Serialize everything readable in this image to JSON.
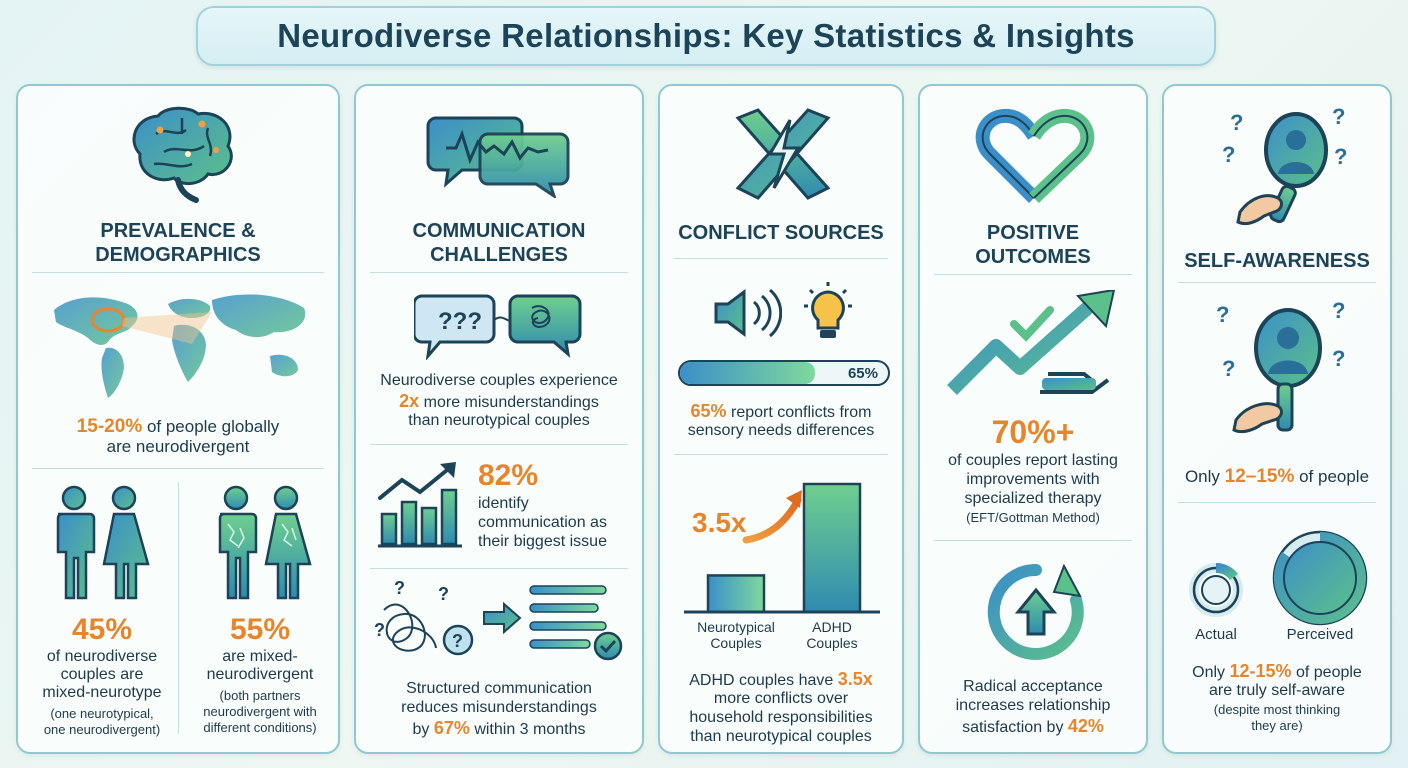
{
  "title": "Neurodiverse Relationships: Key Statistics & Insights",
  "colors": {
    "orange": "#e8852a",
    "navy": "#1c4358",
    "teal": "#2d8a9a",
    "green": "#5cb37e"
  },
  "panels": {
    "prevalence": {
      "title_line1": "PREVALENCE &",
      "title_line2": "DEMOGRAPHICS",
      "stat_value": "15-20%",
      "stat_text": "of people globally",
      "stat_text2": "are neurodivergent",
      "left_value": "45%",
      "left_lines": [
        "of neurodiverse",
        "couples are",
        "mixed-neurotype"
      ],
      "left_note": [
        "(one neurotypical,",
        "one neurodivergent)"
      ],
      "right_value": "55%",
      "right_lines": [
        "are mixed-",
        "neurodivergent"
      ],
      "right_note": [
        "(both partners",
        "neurodivergent with",
        "different conditions)"
      ]
    },
    "communication": {
      "title_line1": "COMMUNICATION",
      "title_line2": "CHALLENGES",
      "bubble_text": "???",
      "s1_line1": "Neurodiverse couples experience",
      "s1_value": "2x",
      "s1_line2_rest": " more misunderstandings",
      "s1_line3": "than neurotypical couples",
      "s2_value": "82%",
      "s2_lines": [
        "identify",
        "communication as",
        "their biggest issue"
      ],
      "s3_line1": "Structured communication",
      "s3_line2": "reduces misunderstandings",
      "s3_prefix": "by ",
      "s3_value": "67%",
      "s3_suffix": " within 3 months"
    },
    "conflict": {
      "title": "CONFLICT SOURCES",
      "progress_label": "65%",
      "progress": 0.65,
      "s1_value": "65%",
      "s1_rest": " report conflicts from",
      "s1_line2": "sensory needs differences",
      "chart_label": "3.5x",
      "s2_prefix": "ADHD couples have ",
      "s2_value": "3.5x",
      "s2_line2": "more conflicts over",
      "s2_line3": "household responsibilities",
      "s2_line4": "than neurotypical couples"
    },
    "positive": {
      "title_line1": "POSITIVE",
      "title_line2": "OUTCOMES",
      "s1_value": "70%+",
      "s1_lines": [
        "of couples report lasting",
        "improvements with",
        "specialized therapy"
      ],
      "s1_note": "(EFT/Gottman Method)",
      "s2_line1": "Radical acceptance",
      "s2_line2": "increases relationship",
      "s2_prefix": "satisfaction by ",
      "s2_value": "42%"
    },
    "self": {
      "title": "SELF-AWARENESS",
      "q_mark": "?",
      "s1_prefix": "Only ",
      "s1_value": "12–15%",
      "s1_suffix": " of people",
      "donut_small_label": "Actual",
      "donut_big_label": "Perceived",
      "s2_prefix": "Only ",
      "s2_value": "12-15%",
      "s2_suffix": " of people",
      "s2_line2": "are truly self-aware",
      "s2_note": [
        "(despite most thinking",
        "they are)"
      ]
    }
  },
  "chart_data": {
    "type": "bar",
    "categories": [
      "Neurotypical Couples",
      "ADHD Couples"
    ],
    "values": [
      1,
      3.5
    ],
    "annotation": "3.5x"
  }
}
